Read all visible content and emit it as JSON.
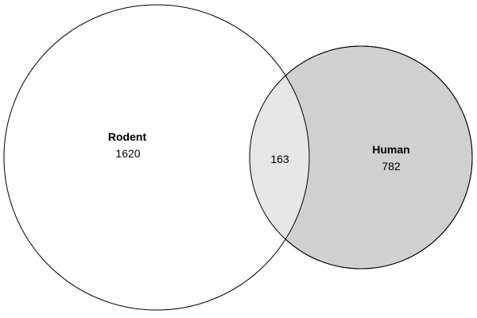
{
  "venn": {
    "sets": [
      {
        "name": "Rodent",
        "unique_count": "1620",
        "fill": "#ffffff"
      },
      {
        "name": "Human",
        "unique_count": "782",
        "fill": "#d0d0d0"
      }
    ],
    "intersection": {
      "count": "163",
      "fill": "#e6e6e6"
    },
    "stroke": "#000000"
  }
}
